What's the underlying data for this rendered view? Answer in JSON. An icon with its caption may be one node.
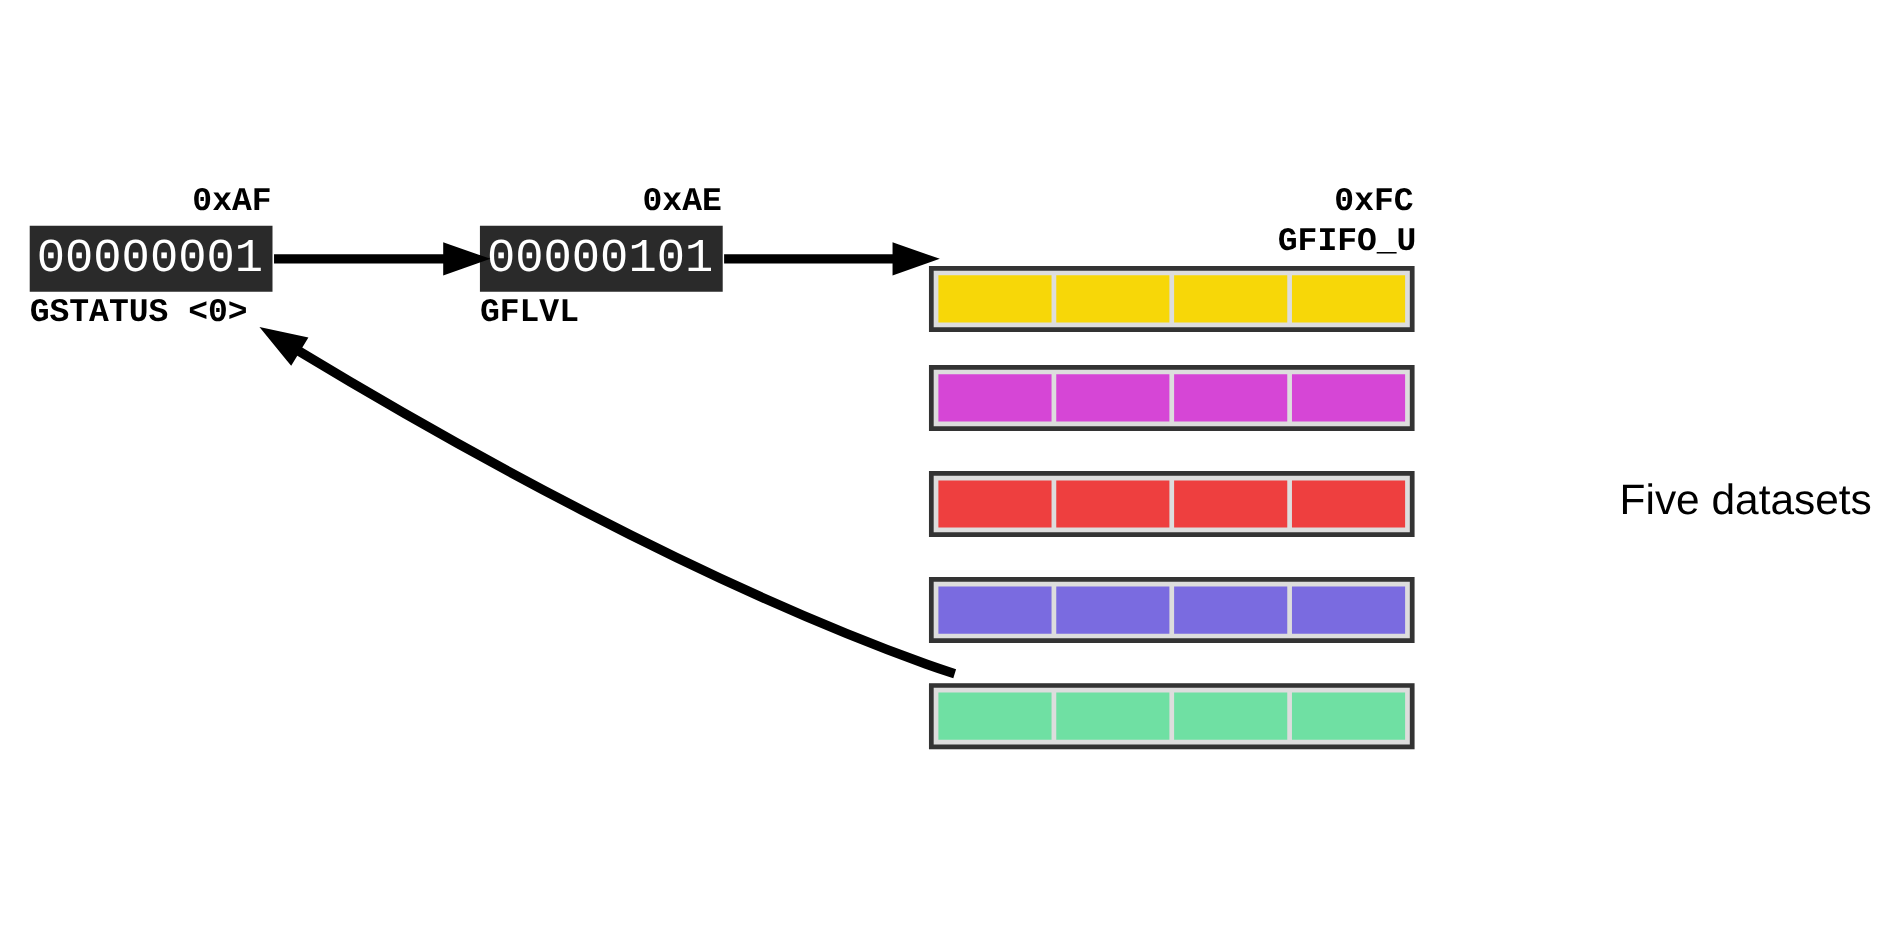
{
  "diagram": {
    "nodes": [
      {
        "text": [
          "00000001"
        ],
        "beside": [
          "0xAF",
          "GSTATUS <0>"
        ]
      },
      {
        "text": [
          "00000101"
        ],
        "beside": [
          "0xAE",
          "GFLVL"
        ]
      },
      {
        "text": [],
        "shape": "bar",
        "beside": [
          "0xFC",
          "GFIFO_U"
        ]
      },
      {
        "text": [],
        "shape": "bar"
      },
      {
        "text": [],
        "shape": "bar"
      },
      {
        "text": [],
        "shape": "bar"
      },
      {
        "text": [],
        "shape": "bar"
      }
    ],
    "edges": [
      {
        "from": 0,
        "to": 1,
        "arrow": "to"
      },
      {
        "from": 1,
        "to": 2,
        "arrow": "to"
      },
      {
        "from": 6,
        "to": 0,
        "arrow": "to"
      }
    ],
    "labels": [
      "Five datasets"
    ]
  }
}
